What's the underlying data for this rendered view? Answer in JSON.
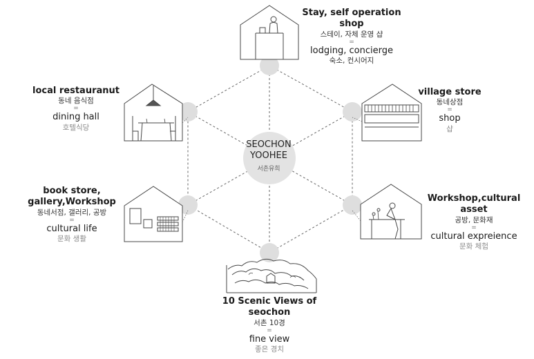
{
  "center": {
    "line1": "SEOCHON",
    "line2": "YOOHEE",
    "korean": "서촌유희"
  },
  "nodes": [
    {
      "id": "top",
      "title": "Stay, self operation shop",
      "korean": "스테이, 자체 운영 샵",
      "eq": "=",
      "english": "lodging, concierge",
      "korean2": "숙소, 컨시어지"
    },
    {
      "id": "top-left",
      "title": "local restauranut",
      "korean": "동네 음식점",
      "eq": "=",
      "english": "dining hall",
      "korean2": "호텔식당"
    },
    {
      "id": "top-right",
      "title": "village store",
      "korean": "동네상점",
      "eq": "=",
      "english": "shop",
      "korean2": "샵"
    },
    {
      "id": "bottom-left",
      "title": "book store, gallery,Workshop",
      "korean": "동네서점, 갤러리, 공방",
      "eq": "=",
      "english": "cultural life",
      "korean2": "문화 생활"
    },
    {
      "id": "bottom-right",
      "title": "Workshop,cultural asset",
      "korean": "공방, 문화재",
      "eq": "=",
      "english": "cultural expreience",
      "korean2": "문화 체험"
    },
    {
      "id": "bottom",
      "title": "10 Scenic Views of seochon",
      "korean": "서촌 10경",
      "eq": "=",
      "english": "fine view",
      "korean2": "좋은 경치"
    }
  ],
  "colors": {
    "line": "#555555",
    "circle": "#dedede",
    "center": "#e3e3e3",
    "text": "#1a1a1a",
    "muted": "#8a8a8a"
  }
}
